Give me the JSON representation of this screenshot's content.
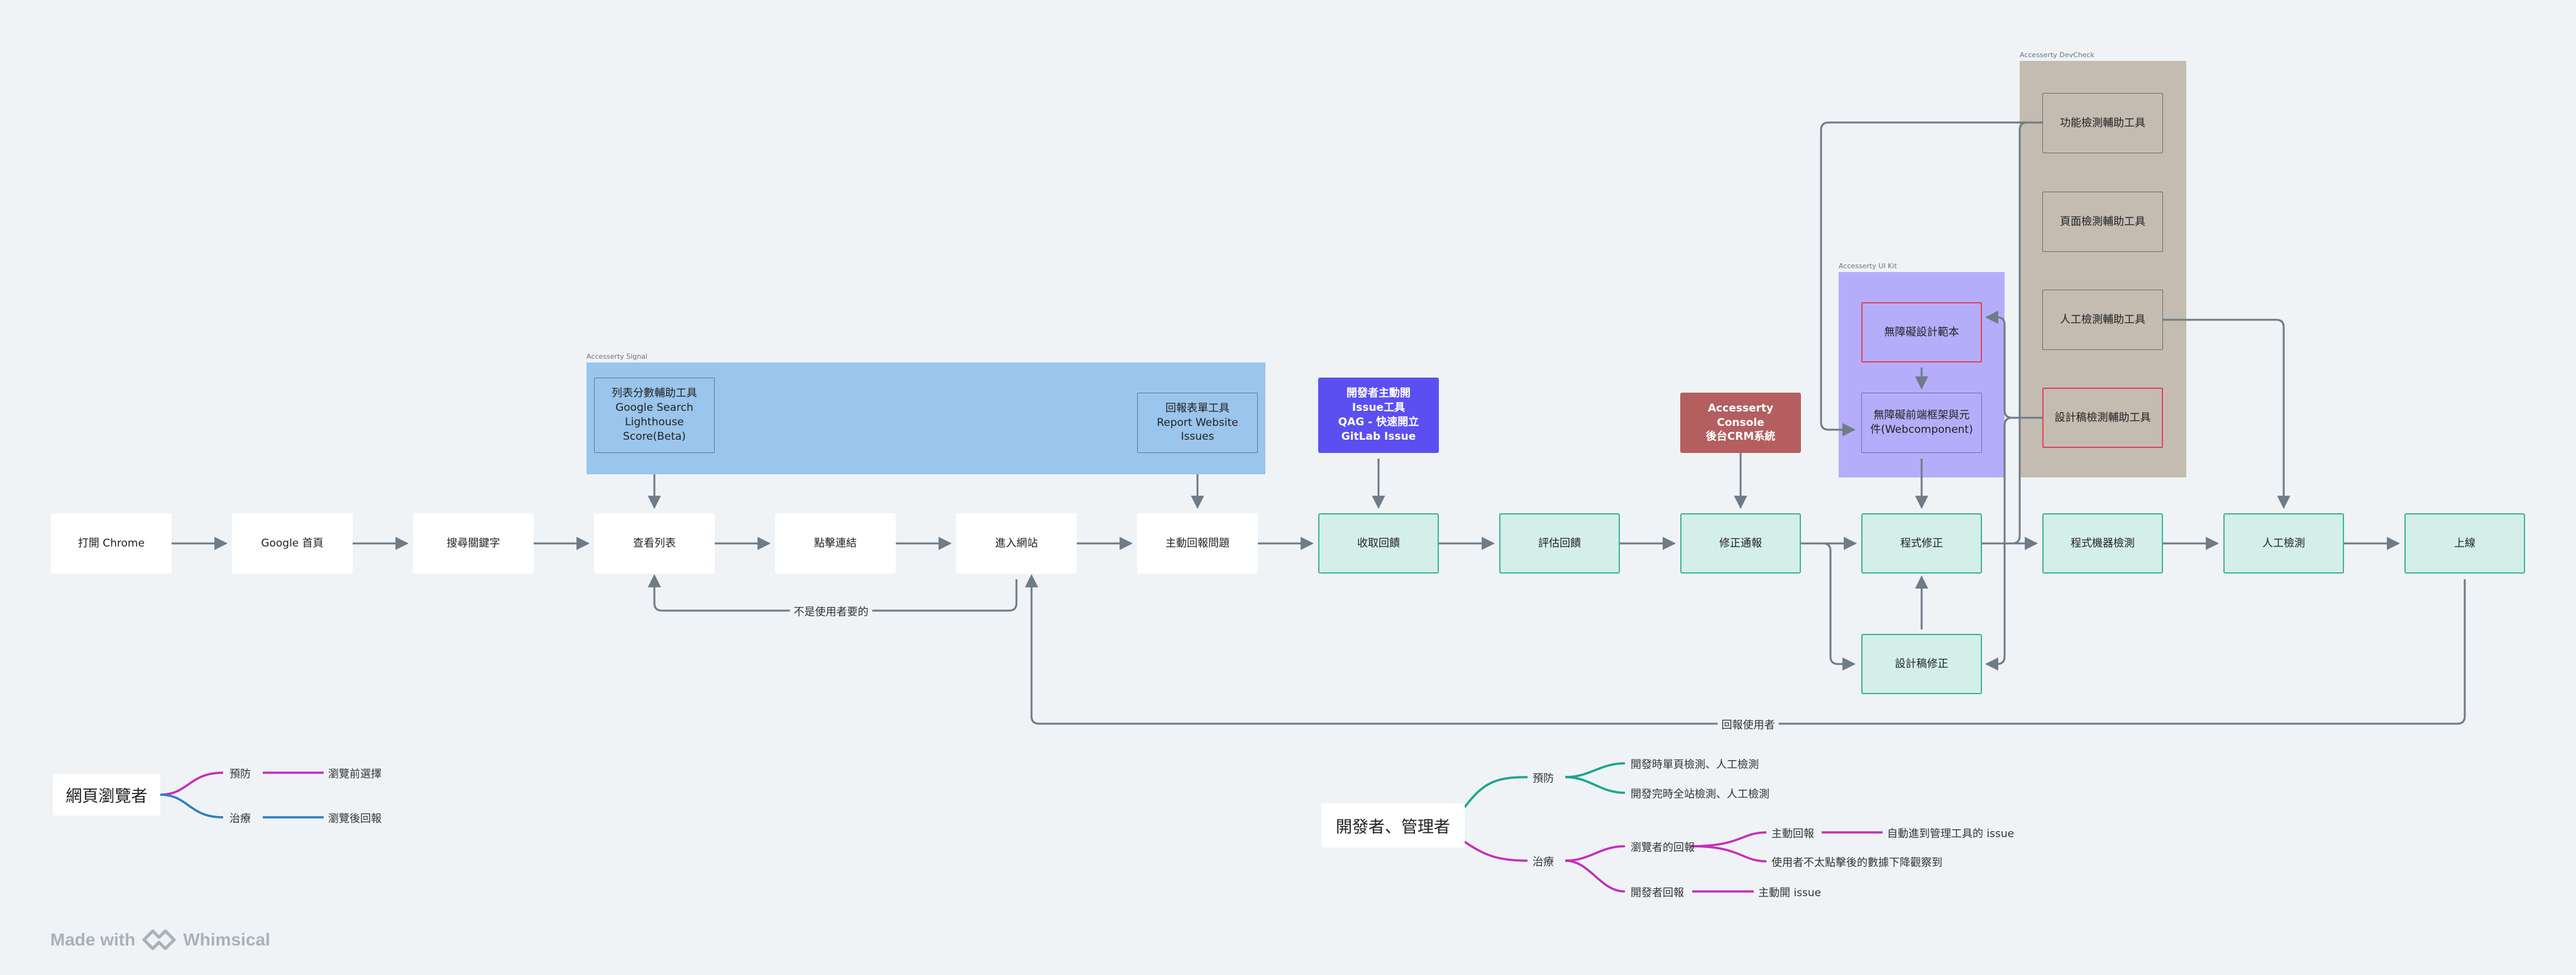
{
  "colors": {
    "background": "#eff3f6",
    "teal_fill": "#d3efe8",
    "teal_border": "#3fb39c",
    "signal_group": "#9ac5ec",
    "uikit_group": "#b4aefa",
    "devcheck_group": "#c4bcb1",
    "purple_node": "#5b4ff1",
    "red_node": "#b45e5f",
    "magenta_branch": "#c62dbd",
    "teal_branch": "#1aa58f",
    "blue_branch": "#2f7fc0",
    "arrow": "#6f7b86"
  },
  "groups": {
    "signal": "Accesserty Signal",
    "uikit": "Accesserty UI Kit",
    "devcheck": "Accesserty DevCheck"
  },
  "flow": {
    "open_chrome": "打開 Chrome",
    "google_home": "Google 首頁",
    "search_keyword": "搜尋關鍵字",
    "view_list": "查看列表",
    "click_link": "點擊連結",
    "enter_site": "進入網站",
    "report_issue": "主動回報問題",
    "collect_report": "收取回饋",
    "evaluate_report": "評估回饋",
    "fix_notice": "修正通報",
    "code_fix": "程式修正",
    "design_fix": "設計稿修正",
    "machine_check": "程式機器檢測",
    "manual_check": "人工檢測",
    "go_live": "上線"
  },
  "tools": {
    "list_score_tool": "列表分數輔助工具\nGoogle Search\nLighthouse\nScore(Beta)",
    "report_form_tool": "回報表單工具\nReport Website\nIssues",
    "dev_issue_tool": "開發者主動開\nIssue工具\nQAG - 快速開立\nGitLab Issue",
    "console": "Accesserty Console\n後台CRM系統",
    "design_template": "無障礙設計範本",
    "frontend_framework": "無障礙前端框架與元\n件(Webcomponent)",
    "func_check_tool": "功能檢測輔助工具",
    "page_check_tool": "頁面檢測輔助工具",
    "manual_check_tool": "人工檢測輔助工具",
    "design_check_tool": "設計稿檢測輔助工具"
  },
  "edge_labels": {
    "not_wanted": "不是使用者要的",
    "reply_user": "回報使用者"
  },
  "mindmap_browser": {
    "root": "網頁瀏覽者",
    "prevent": "預防",
    "prevent_leaf": "瀏覽前選擇",
    "treat": "治療",
    "treat_leaf": "瀏覽後回報"
  },
  "mindmap_dev": {
    "root": "開發者、管理者",
    "prevent": "預防",
    "prevent_leaf1": "開發時單頁檢測、人工檢測",
    "prevent_leaf2": "開發完時全站檢測、人工檢測",
    "treat": "治療",
    "browser_report": "瀏覽者的回報",
    "active_report": "主動回報",
    "active_report_leaf": "自動進到管理工具的 issue",
    "passive_report": "使用者不太點擊後的數據下降觀察到",
    "dev_report": "開發者回報",
    "dev_report_leaf": "主動開 issue"
  },
  "watermark": {
    "made_with": "Made with",
    "brand": "Whimsical"
  }
}
